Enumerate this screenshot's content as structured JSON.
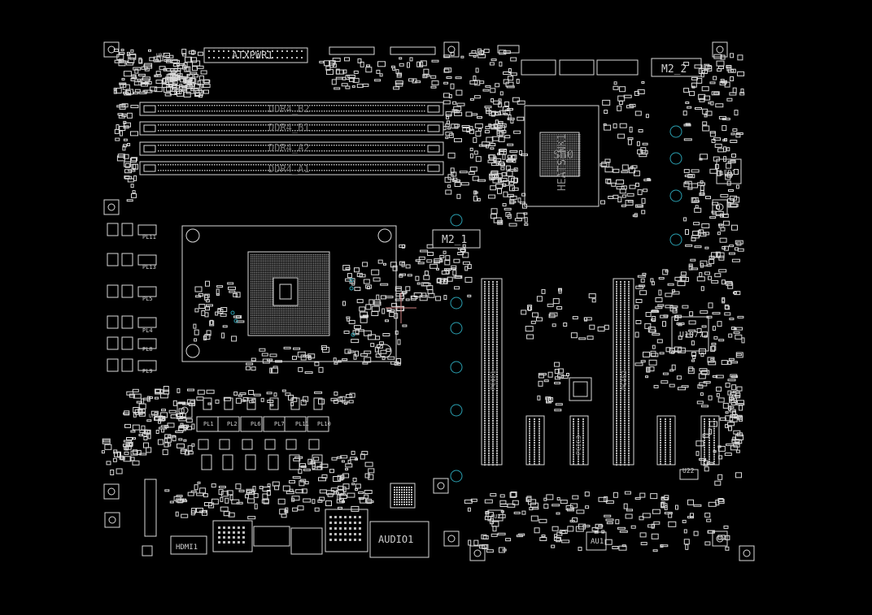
{
  "colors": {
    "background": "#000000",
    "outline": "#d9d9d9",
    "faint": "#9a9a9a",
    "via_ring": "#2a9fb0",
    "cursor": "#d08080"
  },
  "labels": {
    "atx_power": "ATXPWR1",
    "ddr_b2": "DDR4_B2",
    "ddr_b1": "DDR4_B1",
    "ddr_a2": "DDR4_A2",
    "ddr_a1": "DDR4_A1",
    "m2_1": "M2_1",
    "m2_2": "M2_2",
    "heatsink": "HEATSINK1",
    "u1077": "U1077",
    "u22": "U22",
    "au1": "AU1",
    "au2": "AU2",
    "led1": "LED1",
    "hdmi1": "HDMI1",
    "audio1": "AUDIO1",
    "pl_labels": [
      "PL11",
      "PL13",
      "PL5",
      "PL4",
      "PL8",
      "PL9"
    ],
    "phase_labels": [
      "PL1",
      "PL2",
      "PL6",
      "PL7",
      "PL11",
      "PL10"
    ],
    "pci_labels": [
      "PCIE1",
      "PCIE2",
      "PCIE3"
    ],
    "small_labels": [
      "UP2",
      "UP1",
      "UP3",
      "SB0"
    ]
  }
}
